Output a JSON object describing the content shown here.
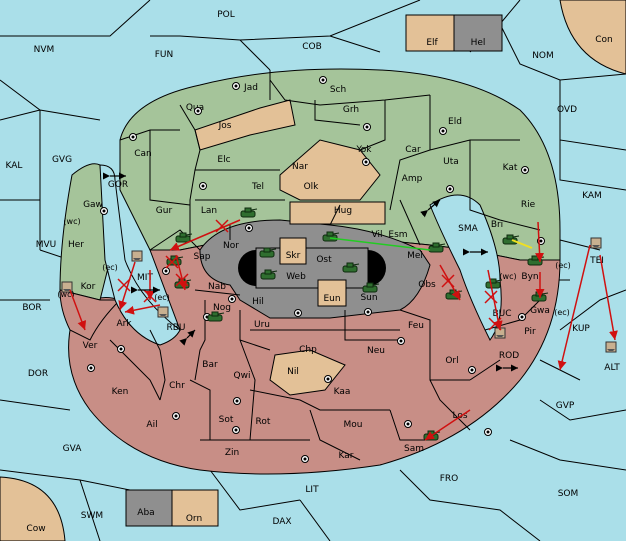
{
  "map": {
    "regions": [
      {
        "id": "POL",
        "label": "POL"
      },
      {
        "id": "NVM",
        "label": "NVM"
      },
      {
        "id": "FUN",
        "label": "FUN"
      },
      {
        "id": "COB",
        "label": "COB"
      },
      {
        "id": "NOM",
        "label": "NOM"
      },
      {
        "id": "Con",
        "label": "Con"
      },
      {
        "id": "OVD",
        "label": "OVD"
      },
      {
        "id": "KAL",
        "label": "KAL"
      },
      {
        "id": "GVG",
        "label": "GVG"
      },
      {
        "id": "MVU",
        "label": "MVU"
      },
      {
        "id": "BOR",
        "label": "BOR"
      },
      {
        "id": "DOR",
        "label": "DOR"
      },
      {
        "id": "GVA",
        "label": "GVA"
      },
      {
        "id": "SWM",
        "label": "SWM"
      },
      {
        "id": "Cow",
        "label": "Cow"
      },
      {
        "id": "DAX",
        "label": "DAX"
      },
      {
        "id": "LIT",
        "label": "LIT"
      },
      {
        "id": "FRO",
        "label": "FRO"
      },
      {
        "id": "SOM",
        "label": "SOM"
      },
      {
        "id": "GVP",
        "label": "GVP"
      },
      {
        "id": "ALT",
        "label": "ALT"
      },
      {
        "id": "KUP",
        "label": "KUP"
      },
      {
        "id": "KAM",
        "label": "KAM"
      },
      {
        "id": "TEI",
        "label": "TEI"
      },
      {
        "id": "SMA",
        "label": "SMA"
      },
      {
        "id": "GOR",
        "label": "GOR"
      },
      {
        "id": "MIT",
        "label": "MIT"
      },
      {
        "id": "RBU",
        "label": "RBU"
      },
      {
        "id": "BUC",
        "label": "BUC"
      },
      {
        "id": "ROD",
        "label": "ROD"
      },
      {
        "id": "Jad",
        "label": "Jad"
      },
      {
        "id": "Sch",
        "label": "Sch"
      },
      {
        "id": "Qua",
        "label": "Qua"
      },
      {
        "id": "Jos",
        "label": "Jos"
      },
      {
        "id": "Grh",
        "label": "Grh"
      },
      {
        "id": "Eld",
        "label": "Eld"
      },
      {
        "id": "Can",
        "label": "Can"
      },
      {
        "id": "Yok",
        "label": "Yok"
      },
      {
        "id": "Car",
        "label": "Car"
      },
      {
        "id": "Uta",
        "label": "Uta"
      },
      {
        "id": "Kat",
        "label": "Kat"
      },
      {
        "id": "Elc",
        "label": "Elc"
      },
      {
        "id": "Nar",
        "label": "Nar"
      },
      {
        "id": "Tel",
        "label": "Tel"
      },
      {
        "id": "Olk",
        "label": "Olk"
      },
      {
        "id": "Amp",
        "label": "Amp"
      },
      {
        "id": "Gaw",
        "label": "Gaw"
      },
      {
        "id": "Gur",
        "label": "Gur"
      },
      {
        "id": "Hug",
        "label": "Hug"
      },
      {
        "id": "Rie",
        "label": "Rie"
      },
      {
        "id": "Bri",
        "label": "Bri"
      },
      {
        "id": "Lan",
        "label": "Lan"
      },
      {
        "id": "Her",
        "label": "Her"
      },
      {
        "id": "Esm",
        "label": "Esm"
      },
      {
        "id": "Nor",
        "label": "Nor"
      },
      {
        "id": "Skr",
        "label": "Skr"
      },
      {
        "id": "Vil",
        "label": "Vil"
      },
      {
        "id": "Sap",
        "label": "Sap"
      },
      {
        "id": "Ost",
        "label": "Ost"
      },
      {
        "id": "Mel",
        "label": "Mel"
      },
      {
        "id": "Web",
        "label": "Web"
      },
      {
        "id": "Byn",
        "label": "Byn"
      },
      {
        "id": "Kor",
        "label": "Kor"
      },
      {
        "id": "Nab",
        "label": "Nab"
      },
      {
        "id": "Obs",
        "label": "Obs"
      },
      {
        "id": "Gwa",
        "label": "Gwa"
      },
      {
        "id": "Eun",
        "label": "Eun"
      },
      {
        "id": "Sun",
        "label": "Sun"
      },
      {
        "id": "Hil",
        "label": "Hil"
      },
      {
        "id": "Ark",
        "label": "Ark"
      },
      {
        "id": "Nog",
        "label": "Nog"
      },
      {
        "id": "Pir",
        "label": "Pir"
      },
      {
        "id": "Uru",
        "label": "Uru"
      },
      {
        "id": "Feu",
        "label": "Feu"
      },
      {
        "id": "Ver",
        "label": "Ver"
      },
      {
        "id": "Chp",
        "label": "Chp"
      },
      {
        "id": "Neu",
        "label": "Neu"
      },
      {
        "id": "Bar",
        "label": "Bar"
      },
      {
        "id": "Orl",
        "label": "Orl"
      },
      {
        "id": "Qwi",
        "label": "Qwi"
      },
      {
        "id": "Nil",
        "label": "Nil"
      },
      {
        "id": "Ken",
        "label": "Ken"
      },
      {
        "id": "Chr",
        "label": "Chr"
      },
      {
        "id": "Kaa",
        "label": "Kaa"
      },
      {
        "id": "Los",
        "label": "Los"
      },
      {
        "id": "Ail",
        "label": "Ail"
      },
      {
        "id": "Sot",
        "label": "Sot"
      },
      {
        "id": "Rot",
        "label": "Rot"
      },
      {
        "id": "Mou",
        "label": "Mou"
      },
      {
        "id": "Sam",
        "label": "Sam"
      },
      {
        "id": "Zin",
        "label": "Zin"
      },
      {
        "id": "Kar",
        "label": "Kar"
      },
      {
        "id": "Elf",
        "label": "Elf"
      },
      {
        "id": "Hel",
        "label": "Hel"
      },
      {
        "id": "Aba",
        "label": "Aba"
      },
      {
        "id": "Orn",
        "label": "Orn"
      }
    ],
    "coast_labels": [
      "(wc)",
      "(ec)",
      "(wc)",
      "(ec)",
      "(wc)",
      "(ec)",
      "(ec)"
    ],
    "colors": {
      "sea": "#aadfe9",
      "green_power": "#a5c49a",
      "red_power": "#c88e86",
      "gray_power": "#8f8f8f",
      "neutral": "#e3c197",
      "order_arrow": "#d01010",
      "support_line": "#22cc22",
      "convoy_line": "#f0e020"
    },
    "icons": {
      "supply_center": "supply-center-icon",
      "army": "tank-army-icon",
      "fleet": "fleet-icon",
      "failed_order": "x-mark-icon",
      "two_way": "double-arrow-icon"
    }
  }
}
